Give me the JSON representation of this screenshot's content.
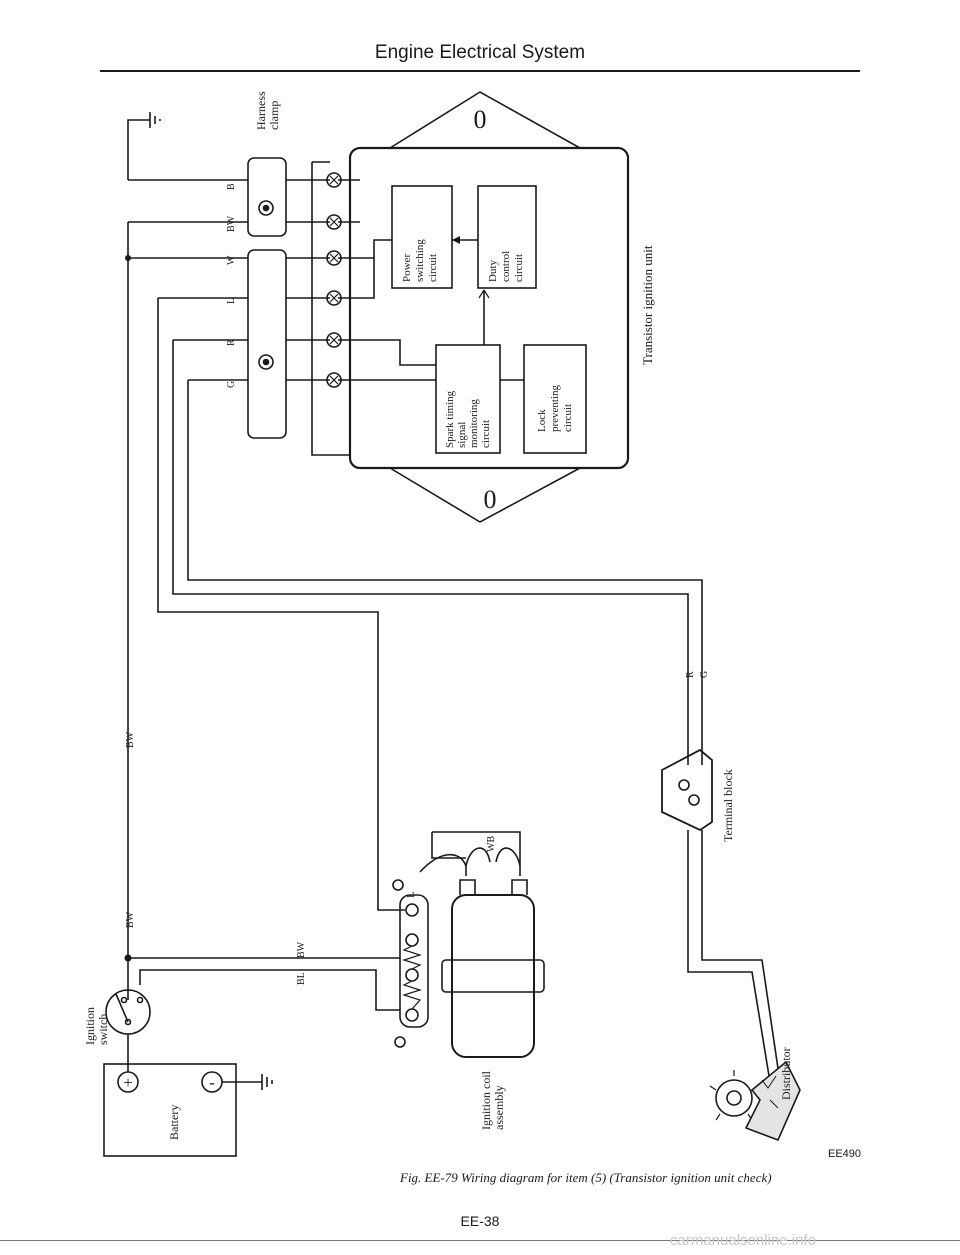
{
  "header": {
    "title": "Engine Electrical System"
  },
  "diagram": {
    "harness_clamp_label": [
      "Harness",
      "clamp"
    ],
    "wire_colors_top": [
      "B",
      "BW",
      "W",
      "L",
      "R",
      "G"
    ],
    "unit_label": "Transistor ignition unit",
    "circuits": {
      "power_switching": [
        "Power",
        "switching",
        "circuit"
      ],
      "duty_control": [
        "Duty",
        "control",
        "circuit"
      ],
      "spark_timing": [
        "Spark timing",
        "signal",
        "monitoring",
        "circuit"
      ],
      "lock_preventing": [
        "Lock",
        "preventing",
        "circuit"
      ]
    },
    "mounting_hole_symbol": "0",
    "bw_wire_label": "BW",
    "rg_labels": [
      "R",
      "G"
    ],
    "terminal_block_label": "Terminal block",
    "coil_wire_wb": "WB",
    "coil_terminal_l": "L",
    "coil_wires_left": [
      "BL",
      "BW"
    ],
    "ignition_coil_label": [
      "Ignition coil",
      "assembly"
    ],
    "ignition_switch_label": [
      "Ignition",
      "switch"
    ],
    "battery_label": "Battery",
    "battery_plus": "+",
    "battery_minus": "-",
    "distributor_label": "Distributor"
  },
  "figure": {
    "code": "EE490",
    "caption": "Fig. EE-79  Wiring diagram for item (5) (Transistor ignition unit check)"
  },
  "footer": {
    "page_number": "EE-38",
    "watermark": "carmanualsonline.info"
  }
}
